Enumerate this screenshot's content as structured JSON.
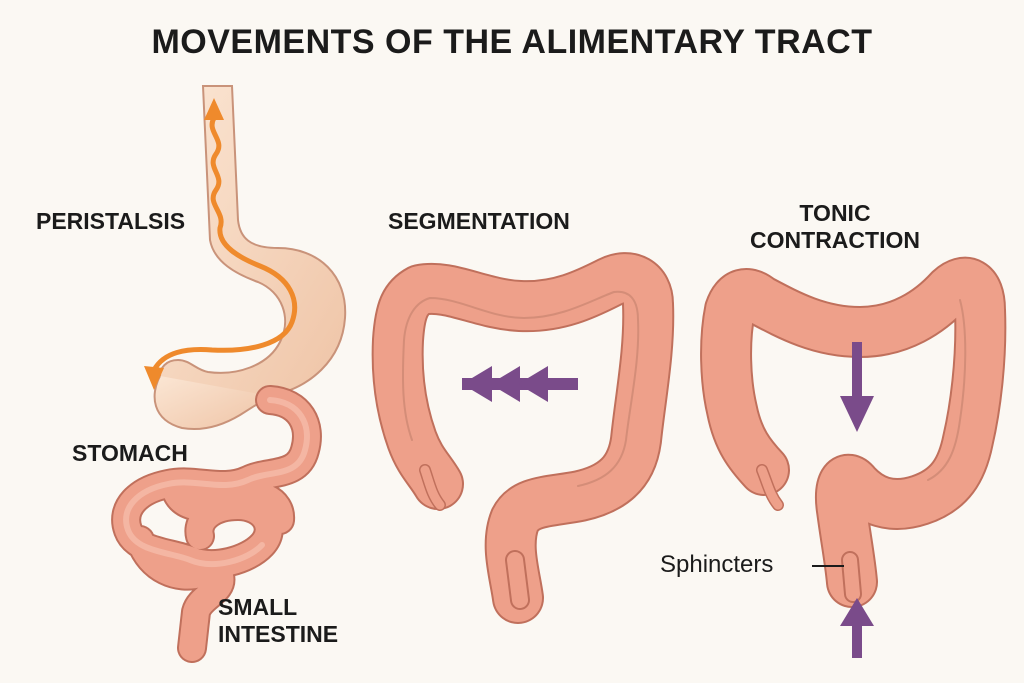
{
  "title": "MOVEMENTS OF THE ALIMENTARY TRACT",
  "labels": {
    "peristalsis": "PERISTALSIS",
    "segmentation": "SEGMENTATION",
    "tonic_contraction": "TONIC\nCONTRACTION",
    "stomach": "STOMACH",
    "small_intestine": "SMALL\nINTESTINE",
    "sphincters": "Sphincters"
  },
  "colors": {
    "background": "#fbf8f3",
    "intestine": "#eea08a",
    "intestine_outline": "#c0705c",
    "stomach": "#f5d8c2",
    "peristalsis_arrow": "#ef8a2c",
    "movement_arrow": "#7a4b8a",
    "text": "#1b1b1b"
  }
}
